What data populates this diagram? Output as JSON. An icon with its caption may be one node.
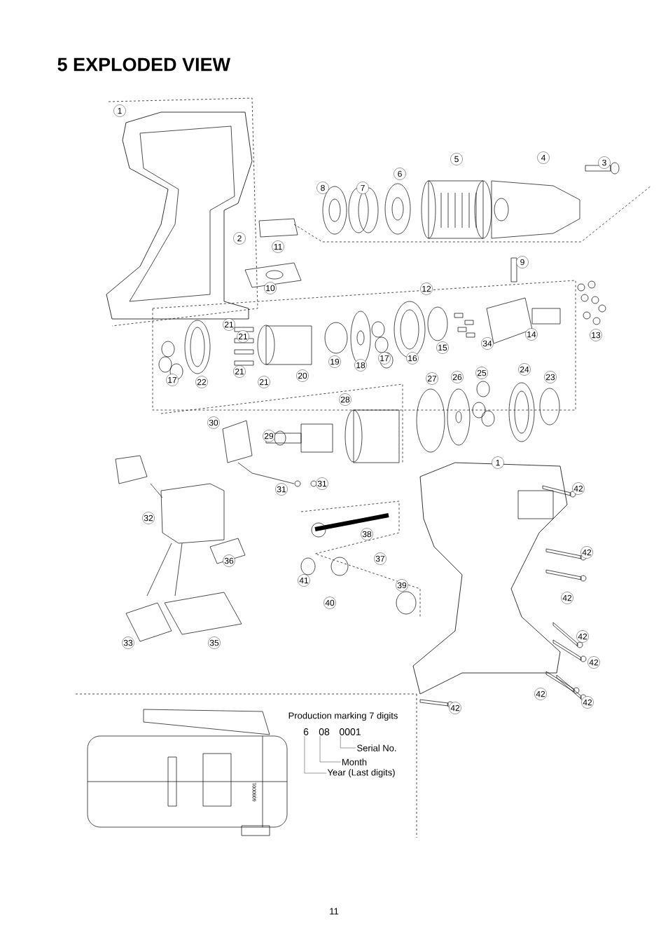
{
  "diagram": {
    "title": "5 EXPLODED VIEW",
    "nodes": [
      {
        "text": [
          "6"
        ]
      },
      {
        "text": [
          "08"
        ]
      },
      {
        "text": [
          "0001"
        ]
      },
      {
        "text": [
          "Serial No."
        ]
      },
      {
        "text": [
          "Month"
        ]
      },
      {
        "text": [
          "Year (Last digits)"
        ]
      }
    ],
    "edges": [
      {
        "from": 2,
        "to": 3,
        "arrow": "none"
      },
      {
        "from": 1,
        "to": 4,
        "arrow": "none"
      },
      {
        "from": 0,
        "to": 5,
        "arrow": "none"
      }
    ],
    "labels": [
      "1",
      "4",
      "3",
      "5",
      "6",
      "8",
      "7",
      "2",
      "11",
      "9",
      "10",
      "12",
      "21",
      "21",
      "14",
      "13",
      "15",
      "34",
      "17",
      "22",
      "21",
      "21",
      "20",
      "19",
      "18",
      "17",
      "16",
      "27",
      "26",
      "25",
      "24",
      "23",
      "28",
      "30",
      "29",
      "1",
      "31",
      "31",
      "42",
      "32",
      "38",
      "36",
      "37",
      "42",
      "42",
      "41",
      "39",
      "40",
      "42",
      "33",
      "35",
      "42",
      "42",
      "42",
      "42",
      "Production marking 7 digits",
      "6080001",
      "11"
    ]
  }
}
